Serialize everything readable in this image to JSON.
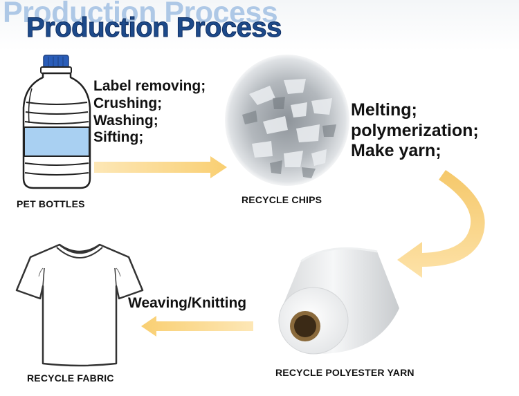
{
  "title": {
    "shadow": "Production Process",
    "main": "Production Process"
  },
  "steps": {
    "bottles": {
      "process_lines": [
        "Label removing;",
        "Crushing;",
        "Washing;",
        "Sifting;"
      ],
      "caption": "PET BOTTLES"
    },
    "chips": {
      "process_lines": [
        "Melting;",
        "polymerization;",
        "Make yarn;"
      ],
      "caption": "RECYCLE CHIPS"
    },
    "yarn": {
      "process_lines": [
        "Weaving/Knitting"
      ],
      "caption": "RECYCLE POLYESTER YARN"
    },
    "fabric": {
      "caption": "RECYCLE FABRIC"
    }
  },
  "colors": {
    "title": "#1d4a8a",
    "title_shadow": "#aec8e6",
    "arrow": "#fbd98a",
    "bottle_label": "#a9d0f2",
    "cap": "#2a5db8"
  }
}
